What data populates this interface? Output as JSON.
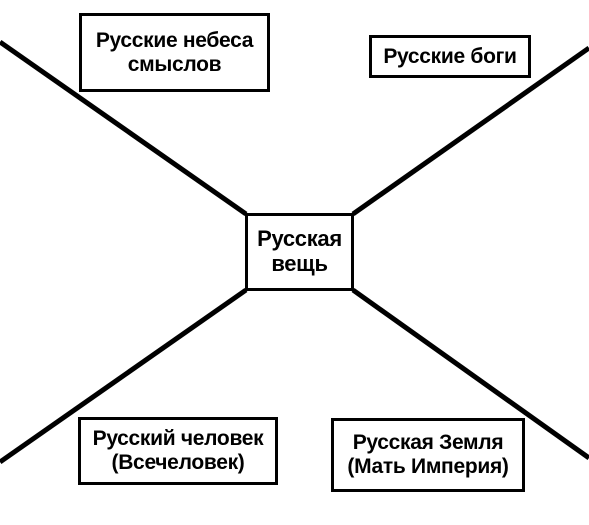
{
  "diagram": {
    "center": "Русская\nвещь",
    "top_left": "Русские небеса\nсмыслов",
    "top_right": "Русские боги",
    "bottom_left": "Русский человек\n(Всечеловек)",
    "bottom_right": "Русская Земля\n(Мать Империя)"
  },
  "colors": {
    "line": "#000000",
    "box_border": "#000000",
    "background": "#ffffff"
  }
}
